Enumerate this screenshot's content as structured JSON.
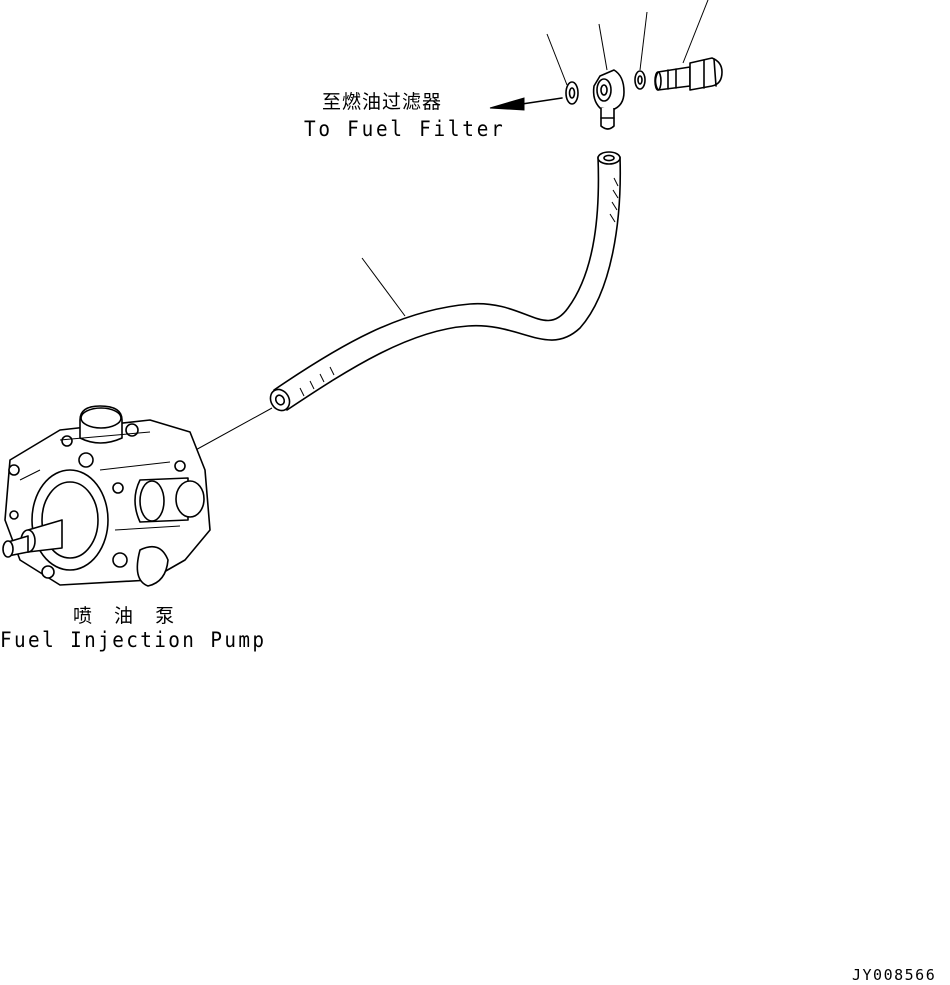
{
  "labels": {
    "to_filter_cn": "至燃油过滤器",
    "to_filter_en": "To Fuel Filter",
    "pump_cn": "喷 油 泵",
    "pump_en": "Fuel Injection Pump",
    "drawing_number": "JY008566"
  },
  "colors": {
    "line": "#000000",
    "background": "#ffffff"
  }
}
